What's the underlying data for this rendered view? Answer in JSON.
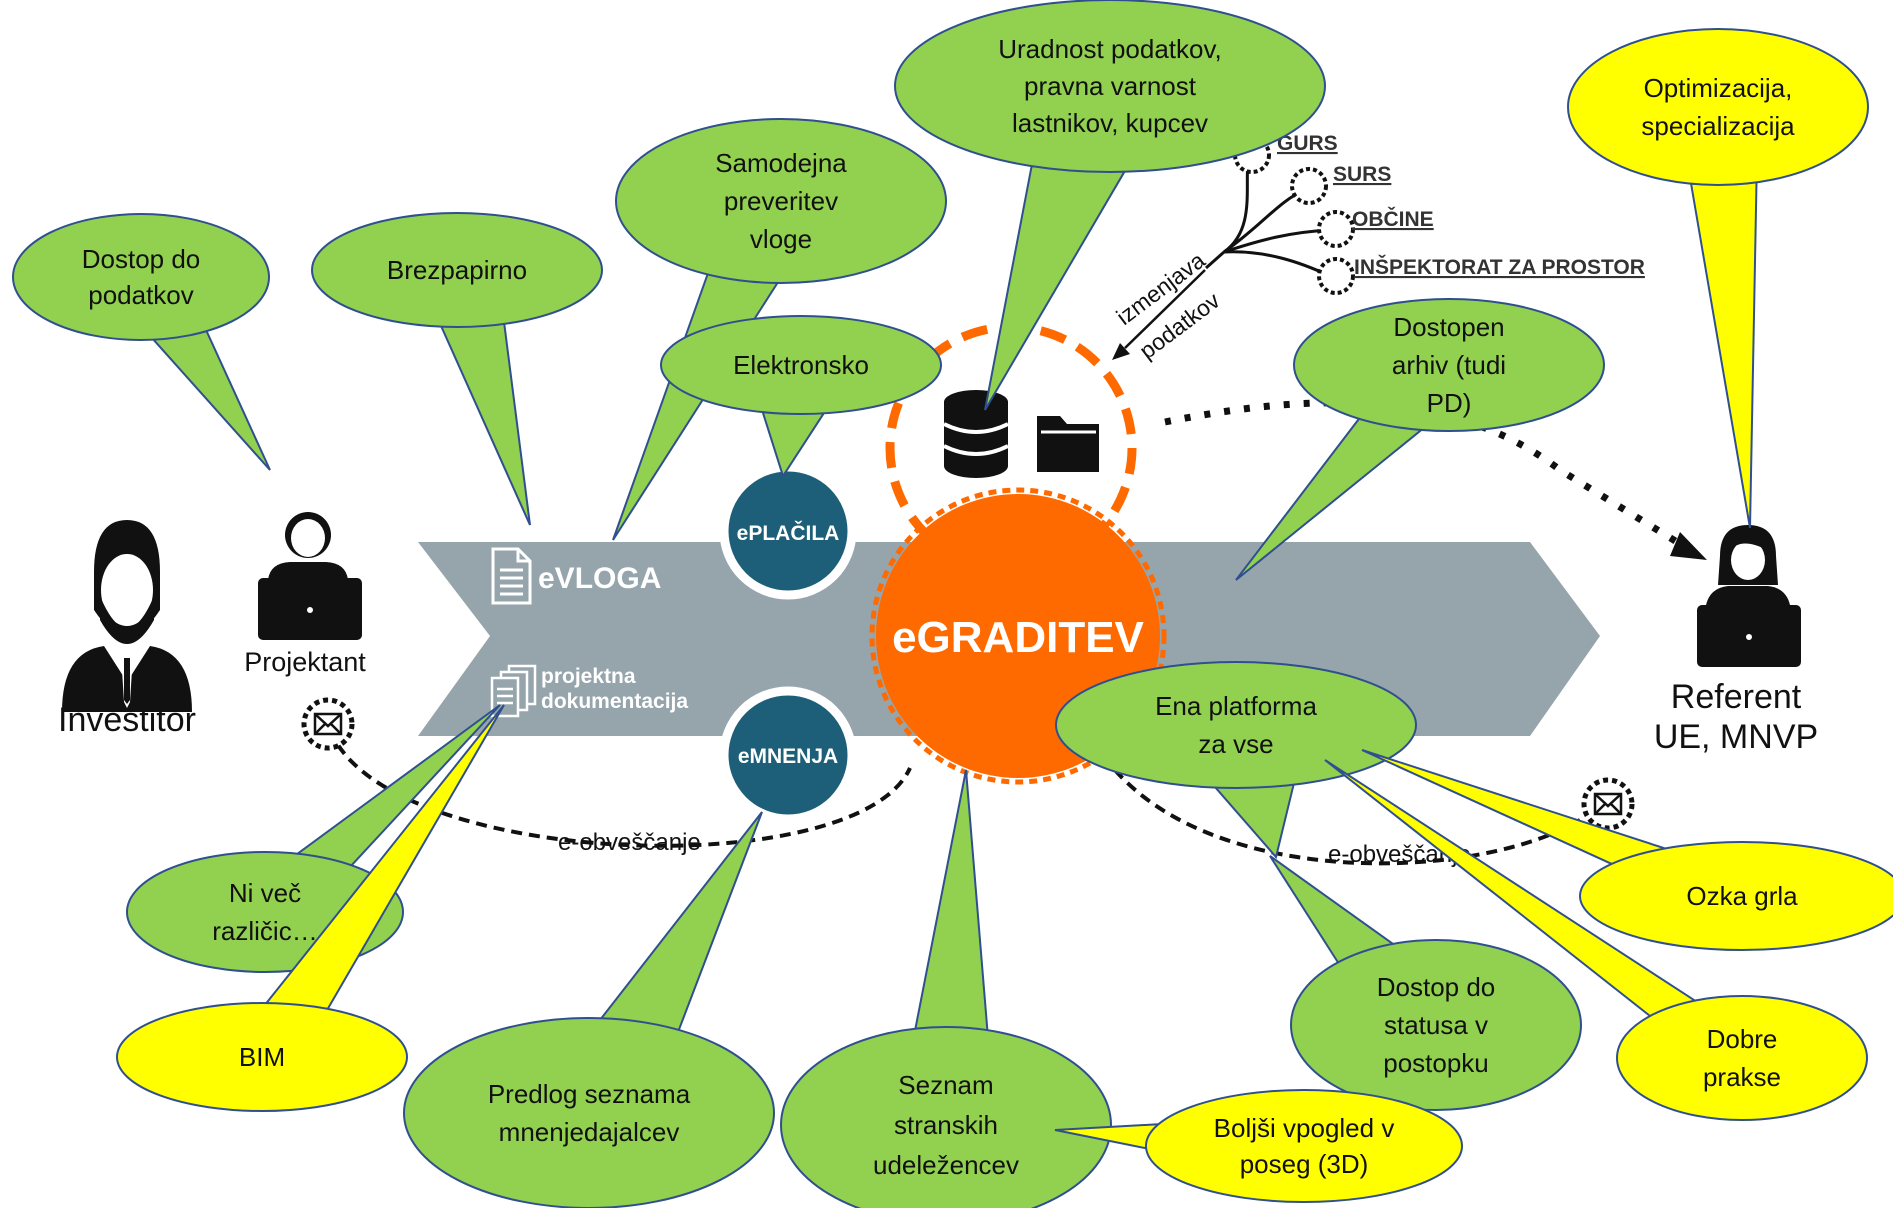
{
  "people": {
    "investor": "Investitor",
    "designer": "Projektant",
    "referent_line1": "Referent",
    "referent_line2": "UE, MNVP"
  },
  "arrow": {
    "evloga": "eVLOGA",
    "projdoc_line1": "projektna",
    "projdoc_line2": "dokumentacija"
  },
  "circles": {
    "eplacila": "ePLAČILA",
    "emnenja": "eMNENJA",
    "egraditev": "eGRADITEV"
  },
  "sources": {
    "items": [
      "GURS",
      "SURS",
      "OBČINE",
      "INŠPEKTORAT ZA PROSTOR"
    ],
    "exchange_line1": "izmenjava",
    "exchange_line2": "podatkov"
  },
  "notifications": {
    "left": "e-obveščanje",
    "right": "e-obveščanje"
  },
  "green_bubbles": {
    "dostop_podatkov": [
      "Dostop do",
      "podatkov"
    ],
    "brezpapirno": [
      "Brezpapirno"
    ],
    "samodejna": [
      "Samodejna",
      "preveritev",
      "vloge"
    ],
    "elektronsko": [
      "Elektronsko"
    ],
    "uradnost": [
      "Uradnost podatkov,",
      "pravna varnost",
      "lastnikov, kupcev"
    ],
    "arhiv": [
      "Dostopen",
      "arhiv (tudi",
      "PD)"
    ],
    "platforma": [
      "Ena platforma",
      "za vse"
    ],
    "ni_vec": [
      "Ni več",
      "različic…"
    ],
    "predlog": [
      "Predlog seznama",
      "mnenjedajalcev"
    ],
    "seznam": [
      "Seznam",
      "stranskih",
      "udeležencev"
    ],
    "status": [
      "Dostop do",
      "statusa v",
      "postopku"
    ]
  },
  "yellow_bubbles": {
    "optimizacija": [
      "Optimizacija,",
      "specializacija"
    ],
    "bim": [
      "BIM"
    ],
    "boljsi": [
      "Boljši vpogled v",
      "poseg (3D)"
    ],
    "ozka": [
      "Ozka grla"
    ],
    "dobre": [
      "Dobre",
      "prakse"
    ]
  },
  "colors": {
    "green": "#92D050",
    "yellow": "#FFFF00",
    "bubble_stroke": "#2F4F8F",
    "arrow_gray": "#96A5AC",
    "teal": "#1D5F78",
    "orange": "#FF6A00"
  },
  "icons": [
    "person-investor-icon",
    "person-laptop-icon",
    "person-woman-laptop-icon",
    "document-icon",
    "documents-stack-icon",
    "database-icon",
    "folder-icon",
    "envelope-icon"
  ]
}
